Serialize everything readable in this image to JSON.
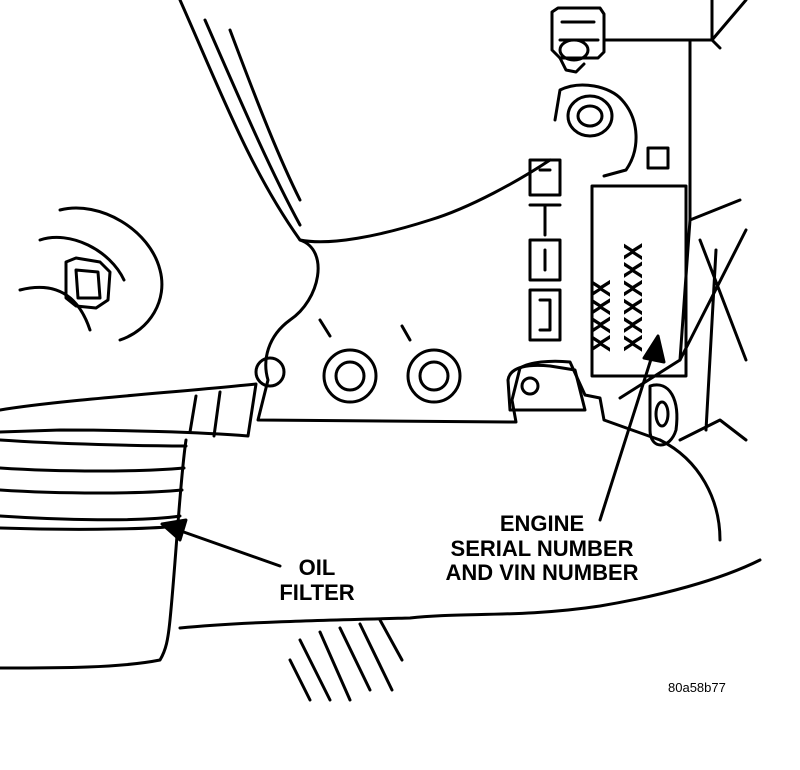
{
  "labels": {
    "oil_filter_line1": "OIL",
    "oil_filter_line2": "FILTER",
    "engine_line1": "ENGINE",
    "engine_line2": "SERIAL NUMBER",
    "engine_line3": "AND VIN NUMBER"
  },
  "stamped_plate": {
    "line1": "XXXX",
    "line2": "XXXXXX"
  },
  "figure_id": "80a58b77"
}
